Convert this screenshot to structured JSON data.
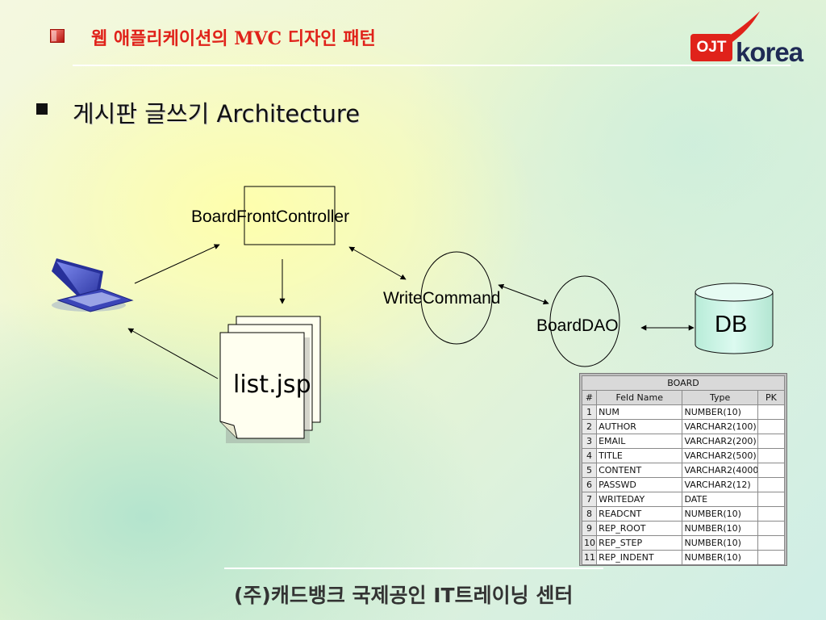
{
  "header": {
    "title": "웹 애플리케이션의 MVC 디자인 패턴",
    "logo": {
      "ojt": "OJT",
      "korea": "korea"
    }
  },
  "slide": {
    "subtitle": "게시판 글쓰기 Architecture"
  },
  "diagram": {
    "controller_label": "BoardFrontController",
    "command_label": "WriteCommand",
    "dao_label": "BoardDAO",
    "db_label": "DB",
    "view_label": "list.jsp"
  },
  "board_table": {
    "title": "BOARD",
    "columns": [
      "#",
      "Feld Name",
      "Type",
      "PK"
    ],
    "rows": [
      [
        "1",
        "NUM",
        "NUMBER(10)",
        ""
      ],
      [
        "2",
        "AUTHOR",
        "VARCHAR2(100)",
        ""
      ],
      [
        "3",
        "EMAIL",
        "VARCHAR2(200)",
        ""
      ],
      [
        "4",
        "TITLE",
        "VARCHAR2(500)",
        ""
      ],
      [
        "5",
        "CONTENT",
        "VARCHAR2(4000",
        ""
      ],
      [
        "6",
        "PASSWD",
        "VARCHAR2(12)",
        ""
      ],
      [
        "7",
        "WRITEDAY",
        "DATE",
        ""
      ],
      [
        "8",
        "READCNT",
        "NUMBER(10)",
        ""
      ],
      [
        "9",
        "REP_ROOT",
        "NUMBER(10)",
        ""
      ],
      [
        "10",
        "REP_STEP",
        "NUMBER(10)",
        ""
      ],
      [
        "11",
        "REP_INDENT",
        "NUMBER(10)",
        ""
      ]
    ]
  },
  "footer": {
    "text": "(주)캐드뱅크 국제공인 IT트레이닝 센터"
  },
  "colors": {
    "title_red": "#e0221a",
    "logo_navy": "#1f2a55",
    "db_fill": "#c8f2e2",
    "laptop_blue": "#3f4cc4"
  },
  "icons": [
    "slide-bullet-icon",
    "laptop-icon",
    "document-stack-icon",
    "database-cylinder-icon",
    "ojt-swoosh-icon"
  ]
}
